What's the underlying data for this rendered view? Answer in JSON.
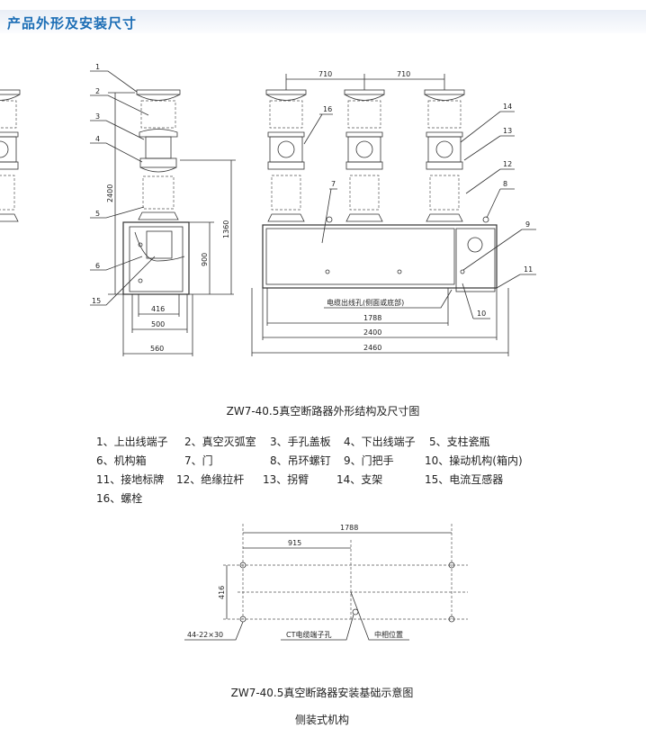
{
  "header": {
    "title": "产品外形及安装尺寸"
  },
  "drawing1": {
    "caption": "ZW7-40.5真空断路器外形结构及尺寸图",
    "side_labels": [
      "1",
      "2",
      "3",
      "4",
      "5",
      "6",
      "15"
    ],
    "front_labels": {
      "l16": "16",
      "l7": "7",
      "l14": "14",
      "l13": "13",
      "l12": "12",
      "l8": "8",
      "l9": "9",
      "l11": "11",
      "l10": "10"
    },
    "dims": {
      "d2400v": "2400",
      "d1360": "1360",
      "d900": "900",
      "d416": "416",
      "d500": "500",
      "d560": "560",
      "d710a": "710",
      "d710b": "710",
      "d1788": "1788",
      "d2400": "2400",
      "d2460": "2460"
    },
    "cable_note": "电缆出线孔(侧面或底部)"
  },
  "legend": [
    "1、上出线端子",
    "2、真空灭弧室",
    "3、手孔盖板",
    "4、下出线端子",
    "5、支柱瓷瓶",
    "6、机构箱",
    "7、门",
    "8、吊环螺钉",
    "9、门把手",
    "10、操动机构(箱内)",
    "11、接地标牌",
    "12、绝缘拉杆",
    "13、拐臂",
    "14、支架",
    "15、电流互感器",
    "16、螺栓"
  ],
  "drawing2": {
    "caption": "ZW7-40.5真空断路器安装基础示意图",
    "subcaption": "侧装式机构",
    "dims": {
      "d1788": "1788",
      "d915": "915",
      "d416": "416"
    },
    "notes": {
      "holes": "44-22×30",
      "ct": "CT电缆端子孔",
      "mid": "中相位置"
    }
  }
}
